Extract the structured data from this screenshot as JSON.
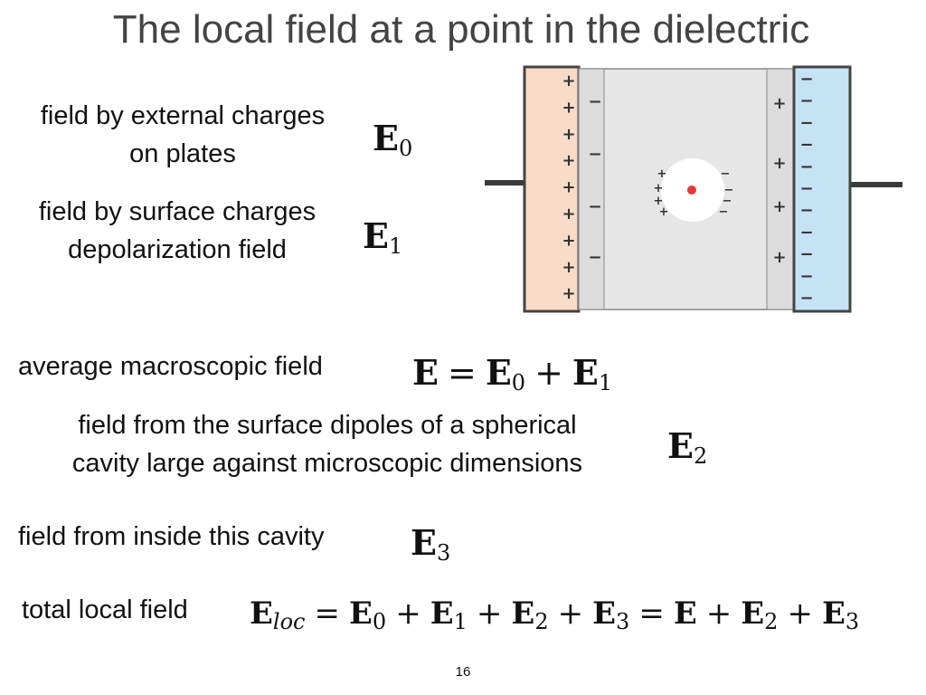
{
  "slide": {
    "title": "The local field at a point in the dielectric",
    "page_number": "16"
  },
  "rows": {
    "e0": {
      "label_line1": "field by external charges",
      "label_line2": "on plates",
      "symbol": "E",
      "sub": "0"
    },
    "e1": {
      "label_line1": "field by surface charges",
      "label_line2": "depolarization field",
      "symbol": "E",
      "sub": "1"
    },
    "average": {
      "label": "average macroscopic field",
      "lhs": "E",
      "eq": "=",
      "t1": "E",
      "t1_sub": "0",
      "plus": "+",
      "t2": "E",
      "t2_sub": "1"
    },
    "e2": {
      "label_line1": "field from the surface dipoles of a spherical",
      "label_line2": "cavity large against microscopic dimensions",
      "symbol": "E",
      "sub": "2"
    },
    "e3": {
      "label": "field from inside this cavity",
      "symbol": "E",
      "sub": "3"
    },
    "total": {
      "label": "total local field",
      "lhs": "E",
      "lhs_sub": "loc",
      "eq": "=",
      "terms": [
        "E",
        "E",
        "E",
        "E"
      ],
      "subs": [
        "0",
        "1",
        "2",
        "3"
      ],
      "plus": "+",
      "eq2": "=",
      "rhs_e": "E",
      "rhs2": "E",
      "rhs2_sub": "2",
      "rhs3": "E",
      "rhs3_sub": "3"
    }
  },
  "diagram": {
    "left_plate_sign": "+",
    "right_plate_sign": "−",
    "colors": {
      "left_plate": "#f8dcc8",
      "right_plate": "#c5e3f4",
      "dielectric": "#e6e6e6",
      "surface_layer": "#dcdcdc",
      "cavity": "#ffffff",
      "center_dot": "#e53935",
      "wire": "#3a3a3a"
    }
  }
}
